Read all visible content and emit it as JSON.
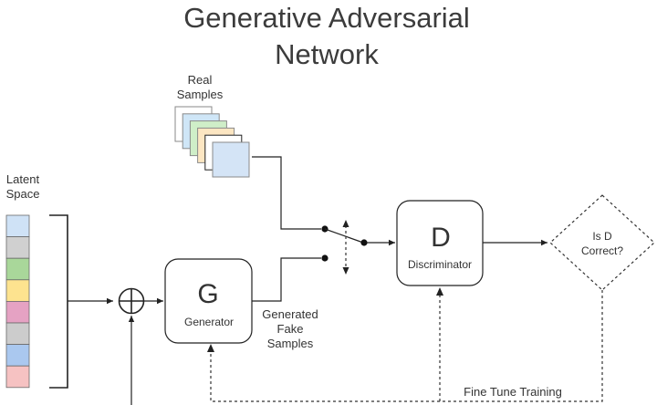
{
  "title": [
    "Generative Adversarial",
    "Network"
  ],
  "real_samples_label": [
    "Real",
    "Samples"
  ],
  "latent_space_label": [
    "Latent",
    "Space"
  ],
  "generator": {
    "letter": "G",
    "label": "Generator"
  },
  "discriminator": {
    "letter": "D",
    "label": "Discriminator"
  },
  "generated_label": [
    "Generated",
    "Fake",
    "Samples"
  ],
  "decision_label": [
    "Is D",
    "Correct?"
  ],
  "feedback_label": "Fine Tune Training",
  "colors": {
    "latent_cells": [
      "#cfe2f6",
      "#d0d0d0",
      "#a9d79a",
      "#fde38f",
      "#e5a2c3",
      "#cccccc",
      "#aac8ef",
      "#f6c2c2"
    ],
    "sample_cards": [
      "#ffffff",
      "#cfe6f7",
      "#cfeec8",
      "#fce6c2",
      "#ffffff",
      "#d4e4f6"
    ]
  }
}
